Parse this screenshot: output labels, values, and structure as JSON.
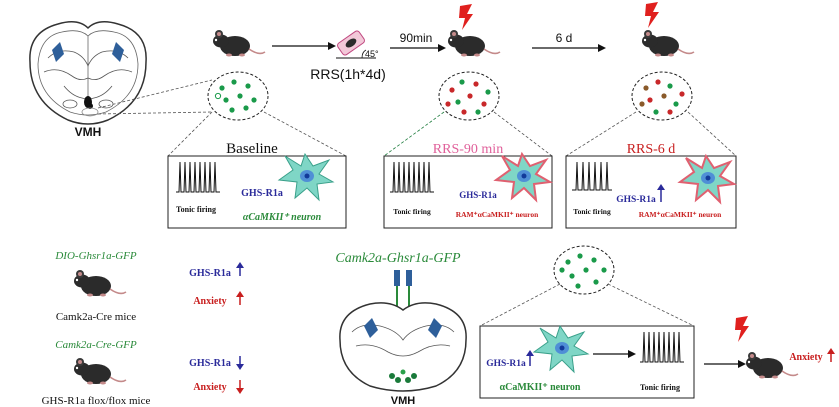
{
  "top": {
    "vmh_label": "VMH",
    "rrs_protocol": "RRS(1h*4d)",
    "angle": "45°",
    "time_1": "90min",
    "time_2": "6 d"
  },
  "panels": {
    "baseline": {
      "title": "Baseline",
      "firing": "Tonic firing",
      "receptor": "GHS-R1a",
      "neuron": "αCaMKII⁺ neuron"
    },
    "rrs90": {
      "title": "RRS-90 min",
      "firing": "Tonic firing",
      "receptor": "GHS-R1a",
      "neuron": "RAM⁺αCaMKII⁺ neuron"
    },
    "rrs6d": {
      "title": "RRS-6 d",
      "firing": "Tonic firing",
      "receptor": "GHS-R1a",
      "neuron": "RAM⁺αCaMKII⁺ neuron"
    }
  },
  "bottom_left": {
    "construct_1": "DIO-Ghsr1a-GFP",
    "mice_1": "Camk2a-Cre mice",
    "receptor_1": "GHS-R1a",
    "anxiety_1": "Anxiety",
    "construct_2": "Camk2a-Cre-GFP",
    "mice_2": "GHS-R1a flox/flox mice",
    "receptor_2": "GHS-R1a",
    "anxiety_2": "Anxiety"
  },
  "bottom_right": {
    "construct": "Camk2a-Ghsr1a-GFP",
    "vmh_label": "VMH",
    "receptor": "GHS-R1a",
    "neuron": "αCaMKII⁺ neuron",
    "firing": "Tonic firing",
    "anxiety": "Anxiety"
  },
  "colors": {
    "green_dot": "#1a9a4a",
    "red_dot": "#c8282a",
    "brown_dot": "#8a5a2a",
    "pink_title": "#e0609a",
    "red_title": "#c81e1e",
    "receptor_blue": "#2a2a9a",
    "neuron_green": "#2a8a3a",
    "brain_blue": "#2e5f9a",
    "neuron_cyan": "#7fd6c6",
    "lightning": "#e0201e"
  }
}
